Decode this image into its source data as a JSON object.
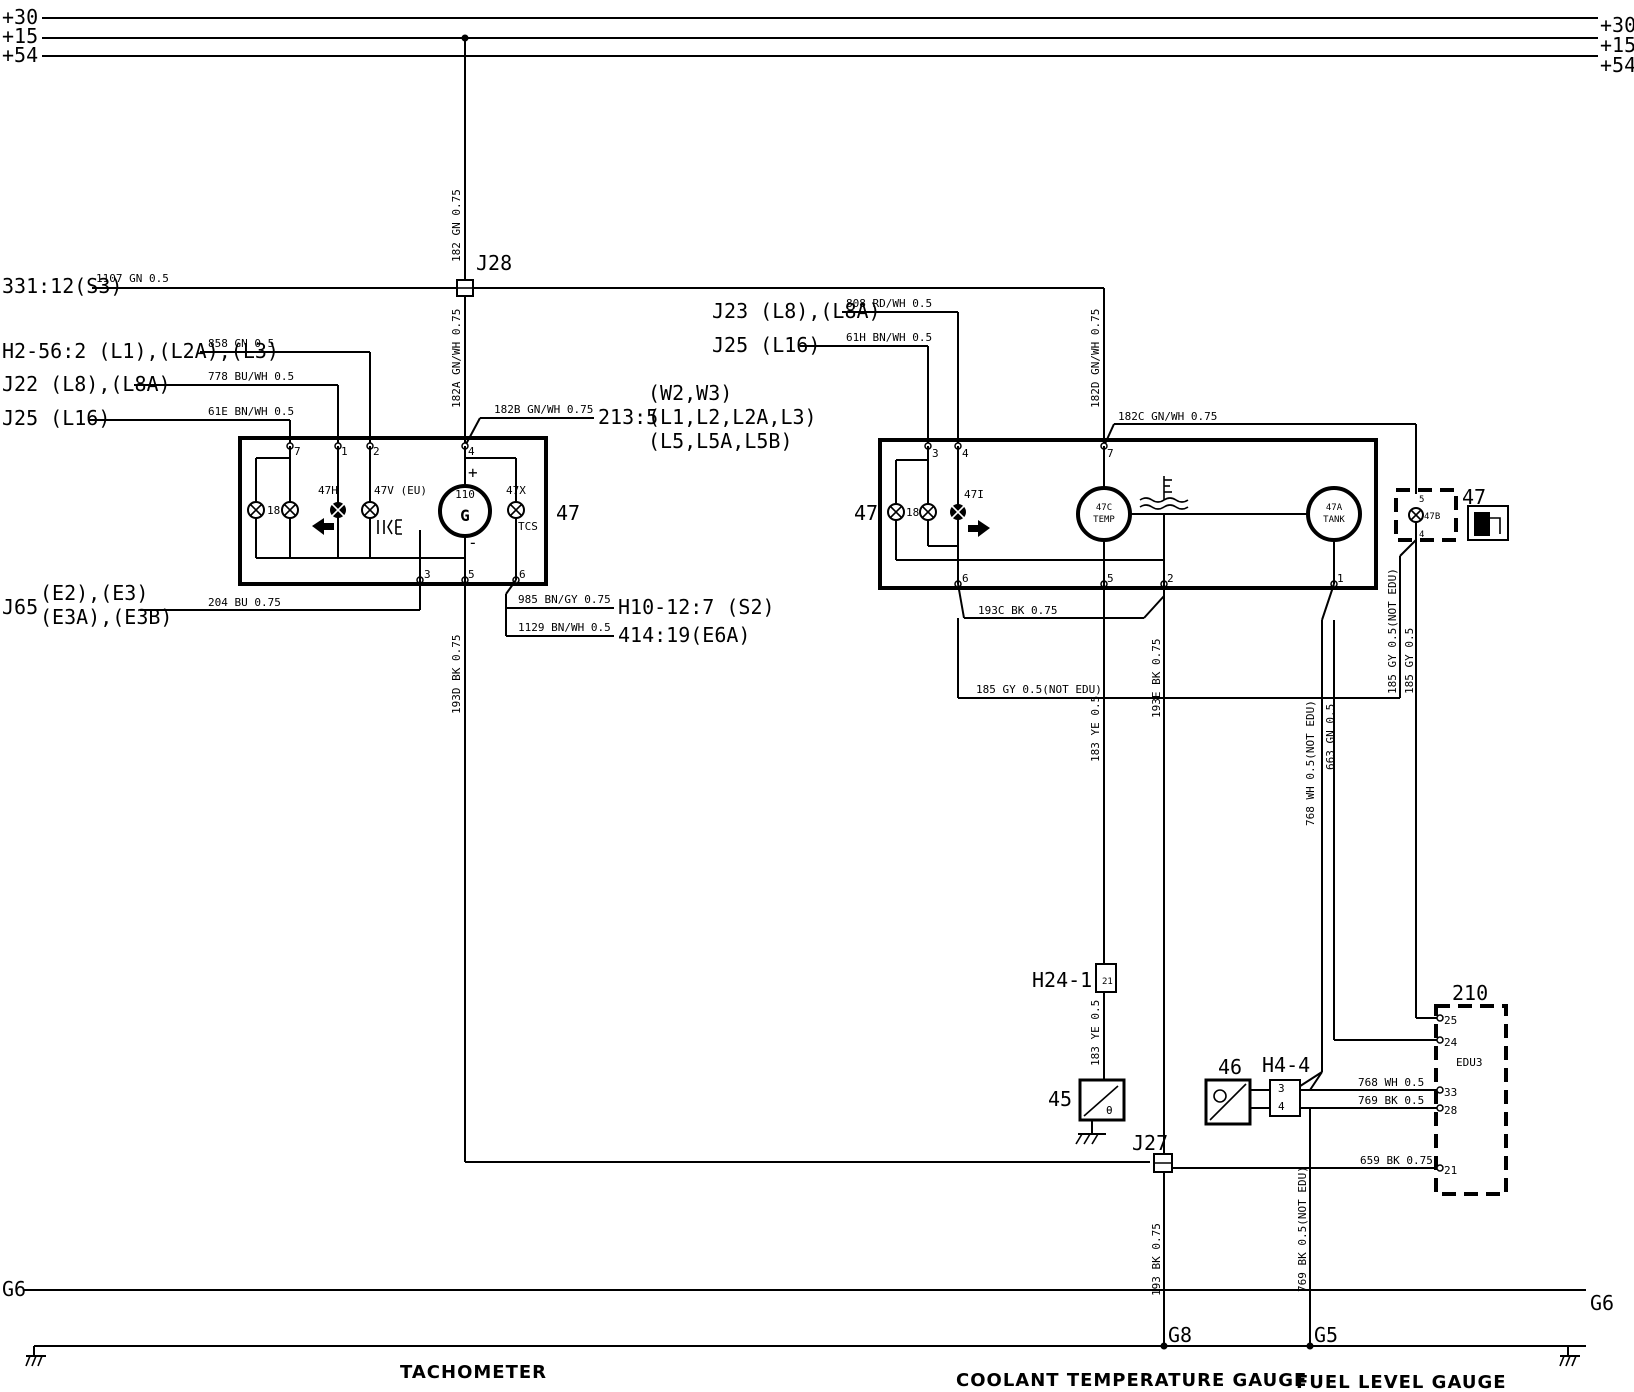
{
  "rails": {
    "top": [
      {
        "label_left": "+30",
        "label_right": "+30"
      },
      {
        "label_left": "+15",
        "label_right": "+15"
      },
      {
        "label_left": "+54",
        "label_right": "+54"
      }
    ],
    "g6_left": "G6",
    "g6_right": "G6"
  },
  "connectors": {
    "j28": "J28",
    "j27": "J27",
    "g8": "G8",
    "g5": "G5",
    "h24_1": "H24-1",
    "h24_1_pin": "21",
    "h4_4": "H4-4",
    "h4_4_pin_a": "3",
    "h4_4_pin_b": "4"
  },
  "refs": {
    "r331": "331:12(S3)",
    "h2_56": "H2-56:2 (L1),(L2A),(L3)",
    "j22": "J22 (L8),(L8A)",
    "j25_left": "J25 (L16)",
    "j65": "J65",
    "j65_a": "(E2),(E3)",
    "j65_b": "(E3A),(E3B)",
    "r213": "213:5",
    "r213_a": "(W2,W3)",
    "r213_b": "(L1,L2,L2A,L3)",
    "r213_c": "(L5,L5A,L5B)",
    "h10_12": "H10-12:7 (S2)",
    "r414": "414:19(E6A)",
    "j23": "J23 (L8),(L8A)",
    "j25_right": "J25 (L16)"
  },
  "wires": {
    "w1107": "1107 GN 0.5",
    "w182": "182 GN 0.75",
    "w182a": "182A GN/WH 0.75",
    "w182b": "182B GN/WH 0.75",
    "w858": "858 GN 0.5",
    "w778": "778 BU/WH 0.5",
    "w61e": "61E BN/WH 0.5",
    "w204": "204 BU 0.75",
    "w985": "985 BN/GY 0.75",
    "w1129": "1129 BN/WH 0.5",
    "w193d": "193D BK 0.75",
    "w808": "808 RD/WH 0.5",
    "w61h": "61H BN/WH 0.5",
    "w182d": "182D GN/WH 0.75",
    "w182c": "182C GN/WH 0.75",
    "w193c": "193C BK 0.75",
    "w185_notedu": "185 GY 0.5(NOT EDU)",
    "w193e": "193E BK 0.75",
    "w183": "183 YE 0.5",
    "w768_notedu": "768 WH 0.5(NOT EDU)",
    "w663": "663 GN 0.5",
    "w185_notedu_v": "185 GY 0.5(NOT EDU)",
    "w185": "185 GY 0.5",
    "w768": "768 WH 0.5",
    "w769": "769 BK 0.5",
    "w659": "659 BK 0.75",
    "w193": "193 BK 0.75",
    "w769_notedu": "769 BK 0.5(NOT EDU)"
  },
  "components": {
    "tacho_cluster": {
      "ref": "47",
      "pins": [
        "7",
        "1",
        "2",
        "4",
        "3",
        "5",
        "6"
      ],
      "lamp_18": "18",
      "lamp_47h": "47H",
      "lamp_47v": "47V (EU)",
      "lamp_47x": "47X",
      "tcs": "TCS",
      "gauge_num": "110",
      "gauge_letter": "G",
      "plus": "+",
      "minus": "-"
    },
    "temp_fuel_cluster": {
      "ref": "47",
      "pins": [
        "3",
        "4",
        "7",
        "6",
        "5",
        "2",
        "1"
      ],
      "lamp_18": "18",
      "lamp_47i": "47I",
      "temp_num": "47C",
      "temp_label": "TEMP",
      "tank_num": "47A",
      "tank_label": "TANK"
    },
    "fuel_warning": {
      "ref": "47",
      "lamp": "47B",
      "pin_a": "5",
      "pin_b": "4"
    },
    "sensor_45": {
      "ref": "45",
      "letter": "θ"
    },
    "sender_46": {
      "ref": "46"
    },
    "edu": {
      "ref": "210",
      "label": "EDU3",
      "pins": [
        "25",
        "24",
        "33",
        "28",
        "21"
      ]
    }
  },
  "captions": {
    "tachometer": "TACHOMETER",
    "coolant": "COOLANT TEMPERATURE GAUGE",
    "fuel": "FUEL LEVEL GAUGE"
  }
}
